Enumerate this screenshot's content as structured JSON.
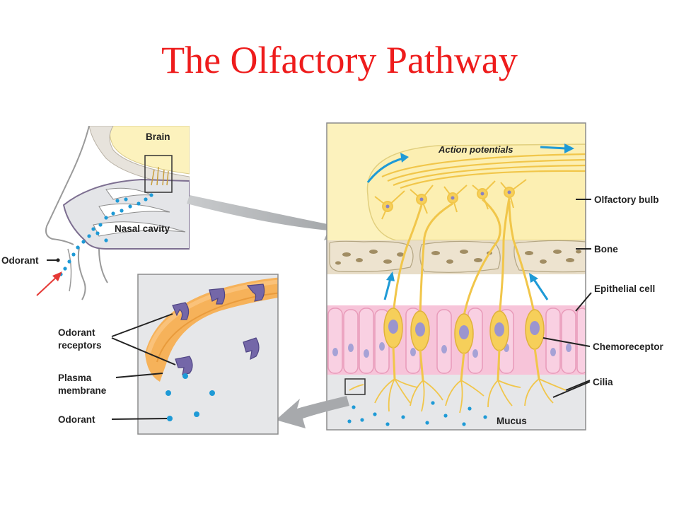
{
  "slide": {
    "title": "The Olfactory Pathway"
  },
  "labels": {
    "brain": "Brain",
    "nasal_cavity": "Nasal cavity",
    "odorant_nose": "Odorant",
    "action_potentials": "Action potentials",
    "olfactory_bulb": "Olfactory bulb",
    "bone": "Bone",
    "epithelial_cell": "Epithelial cell",
    "chemoreceptor": "Chemoreceptor",
    "cilia": "Cilia",
    "mucus": "Mucus",
    "odorant_receptors_line1": "Odorant",
    "odorant_receptors_line2": "receptors",
    "plasma_membrane_line1": "Plasma",
    "plasma_membrane_line2": "membrane",
    "odorant_inset": "Odorant"
  },
  "colors": {
    "title": "#ee1c1c",
    "brain": "#fcf2bd",
    "neuron": "#f6cf5a",
    "bone": "#e8ddc8",
    "epithelium": "#f7c4d9",
    "nucleus": "#a6a2d6",
    "odorant": "#1e9ad6",
    "membrane": "#f6b25a",
    "receptor": "#7467a8",
    "panel_bg": "#e6e7e9",
    "arrow_gray": "#a7a9ac",
    "arrow_blue": "#1e9ad6",
    "arrow_red": "#e53935"
  }
}
